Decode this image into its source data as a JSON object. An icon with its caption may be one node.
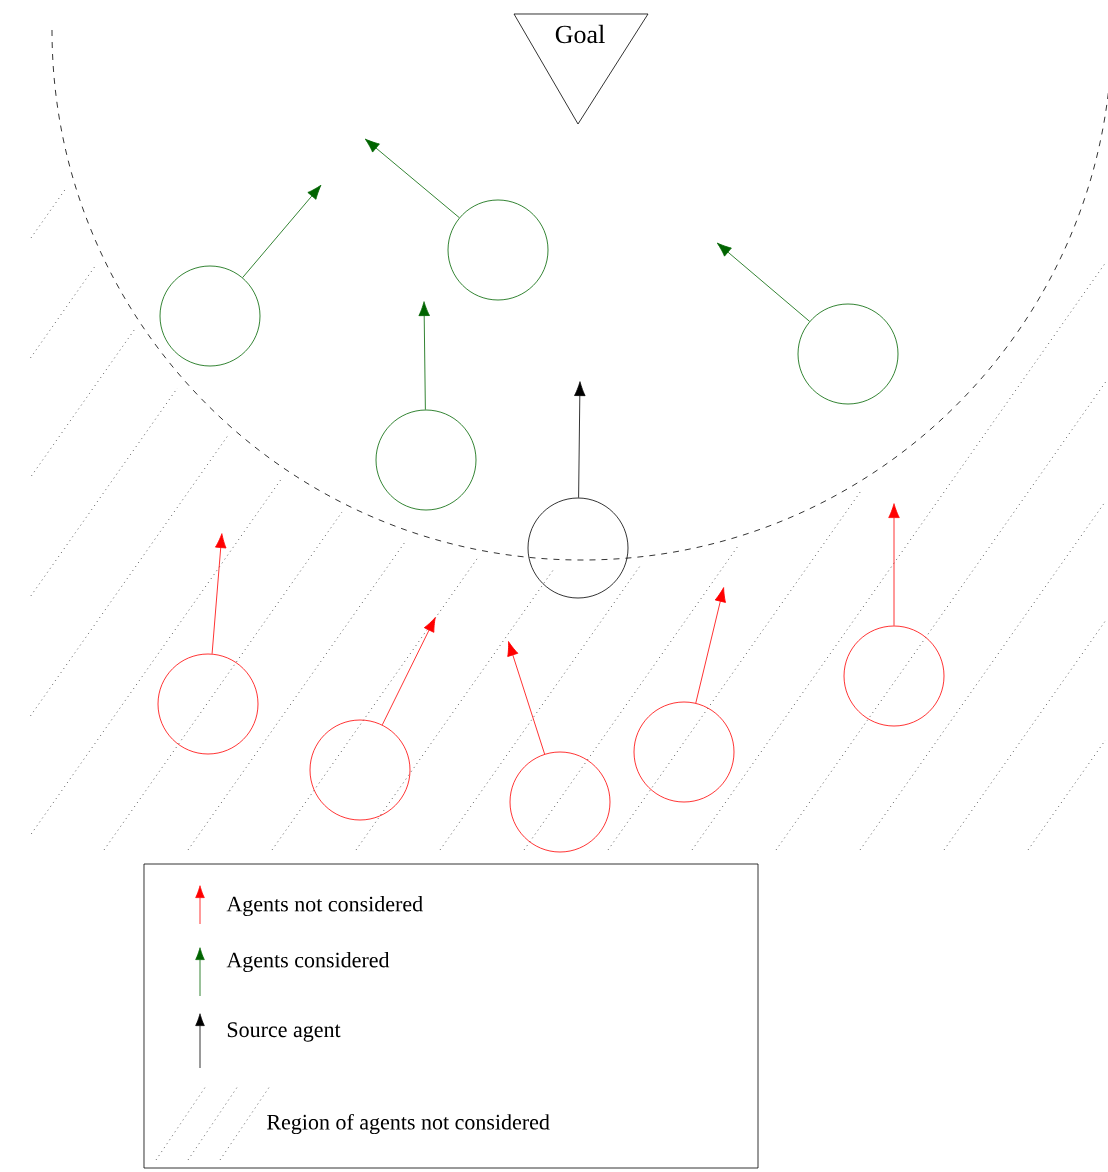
{
  "diagram": {
    "nodes": [
      {
        "text": [
          "Goal"
        ]
      },
      {
        "text": [],
        "shape": "circle"
      },
      {
        "text": [],
        "shape": "circle"
      },
      {
        "text": [],
        "shape": "circle"
      },
      {
        "text": [],
        "shape": "circle"
      },
      {
        "text": [],
        "shape": "circle"
      },
      {
        "text": [],
        "shape": "circle"
      },
      {
        "text": [],
        "shape": "circle"
      },
      {
        "text": [],
        "shape": "circle"
      },
      {
        "text": [],
        "shape": "circle"
      },
      {
        "text": [],
        "shape": "circle"
      }
    ],
    "edges": [
      {
        "from": 1,
        "to": null,
        "arrow": "to",
        "color": "#006400"
      },
      {
        "from": 2,
        "to": null,
        "arrow": "to",
        "color": "#006400"
      },
      {
        "from": 3,
        "to": null,
        "arrow": "to",
        "color": "#006400"
      },
      {
        "from": 4,
        "to": null,
        "arrow": "to",
        "color": "#006400"
      },
      {
        "from": 5,
        "to": null,
        "arrow": "to",
        "color": "#000000"
      },
      {
        "from": 6,
        "to": null,
        "arrow": "to"
      },
      {
        "from": 7,
        "to": null,
        "arrow": "to"
      },
      {
        "from": 8,
        "to": null,
        "arrow": "to"
      },
      {
        "from": 9,
        "to": null,
        "arrow": "to"
      },
      {
        "from": 10,
        "to": null,
        "arrow": "to"
      }
    ],
    "legend": [
      {
        "text": "Agents not considered"
      },
      {
        "text": "Agents considered"
      },
      {
        "text": "Source agent"
      },
      {
        "text": "Region of agents not considered"
      }
    ]
  }
}
